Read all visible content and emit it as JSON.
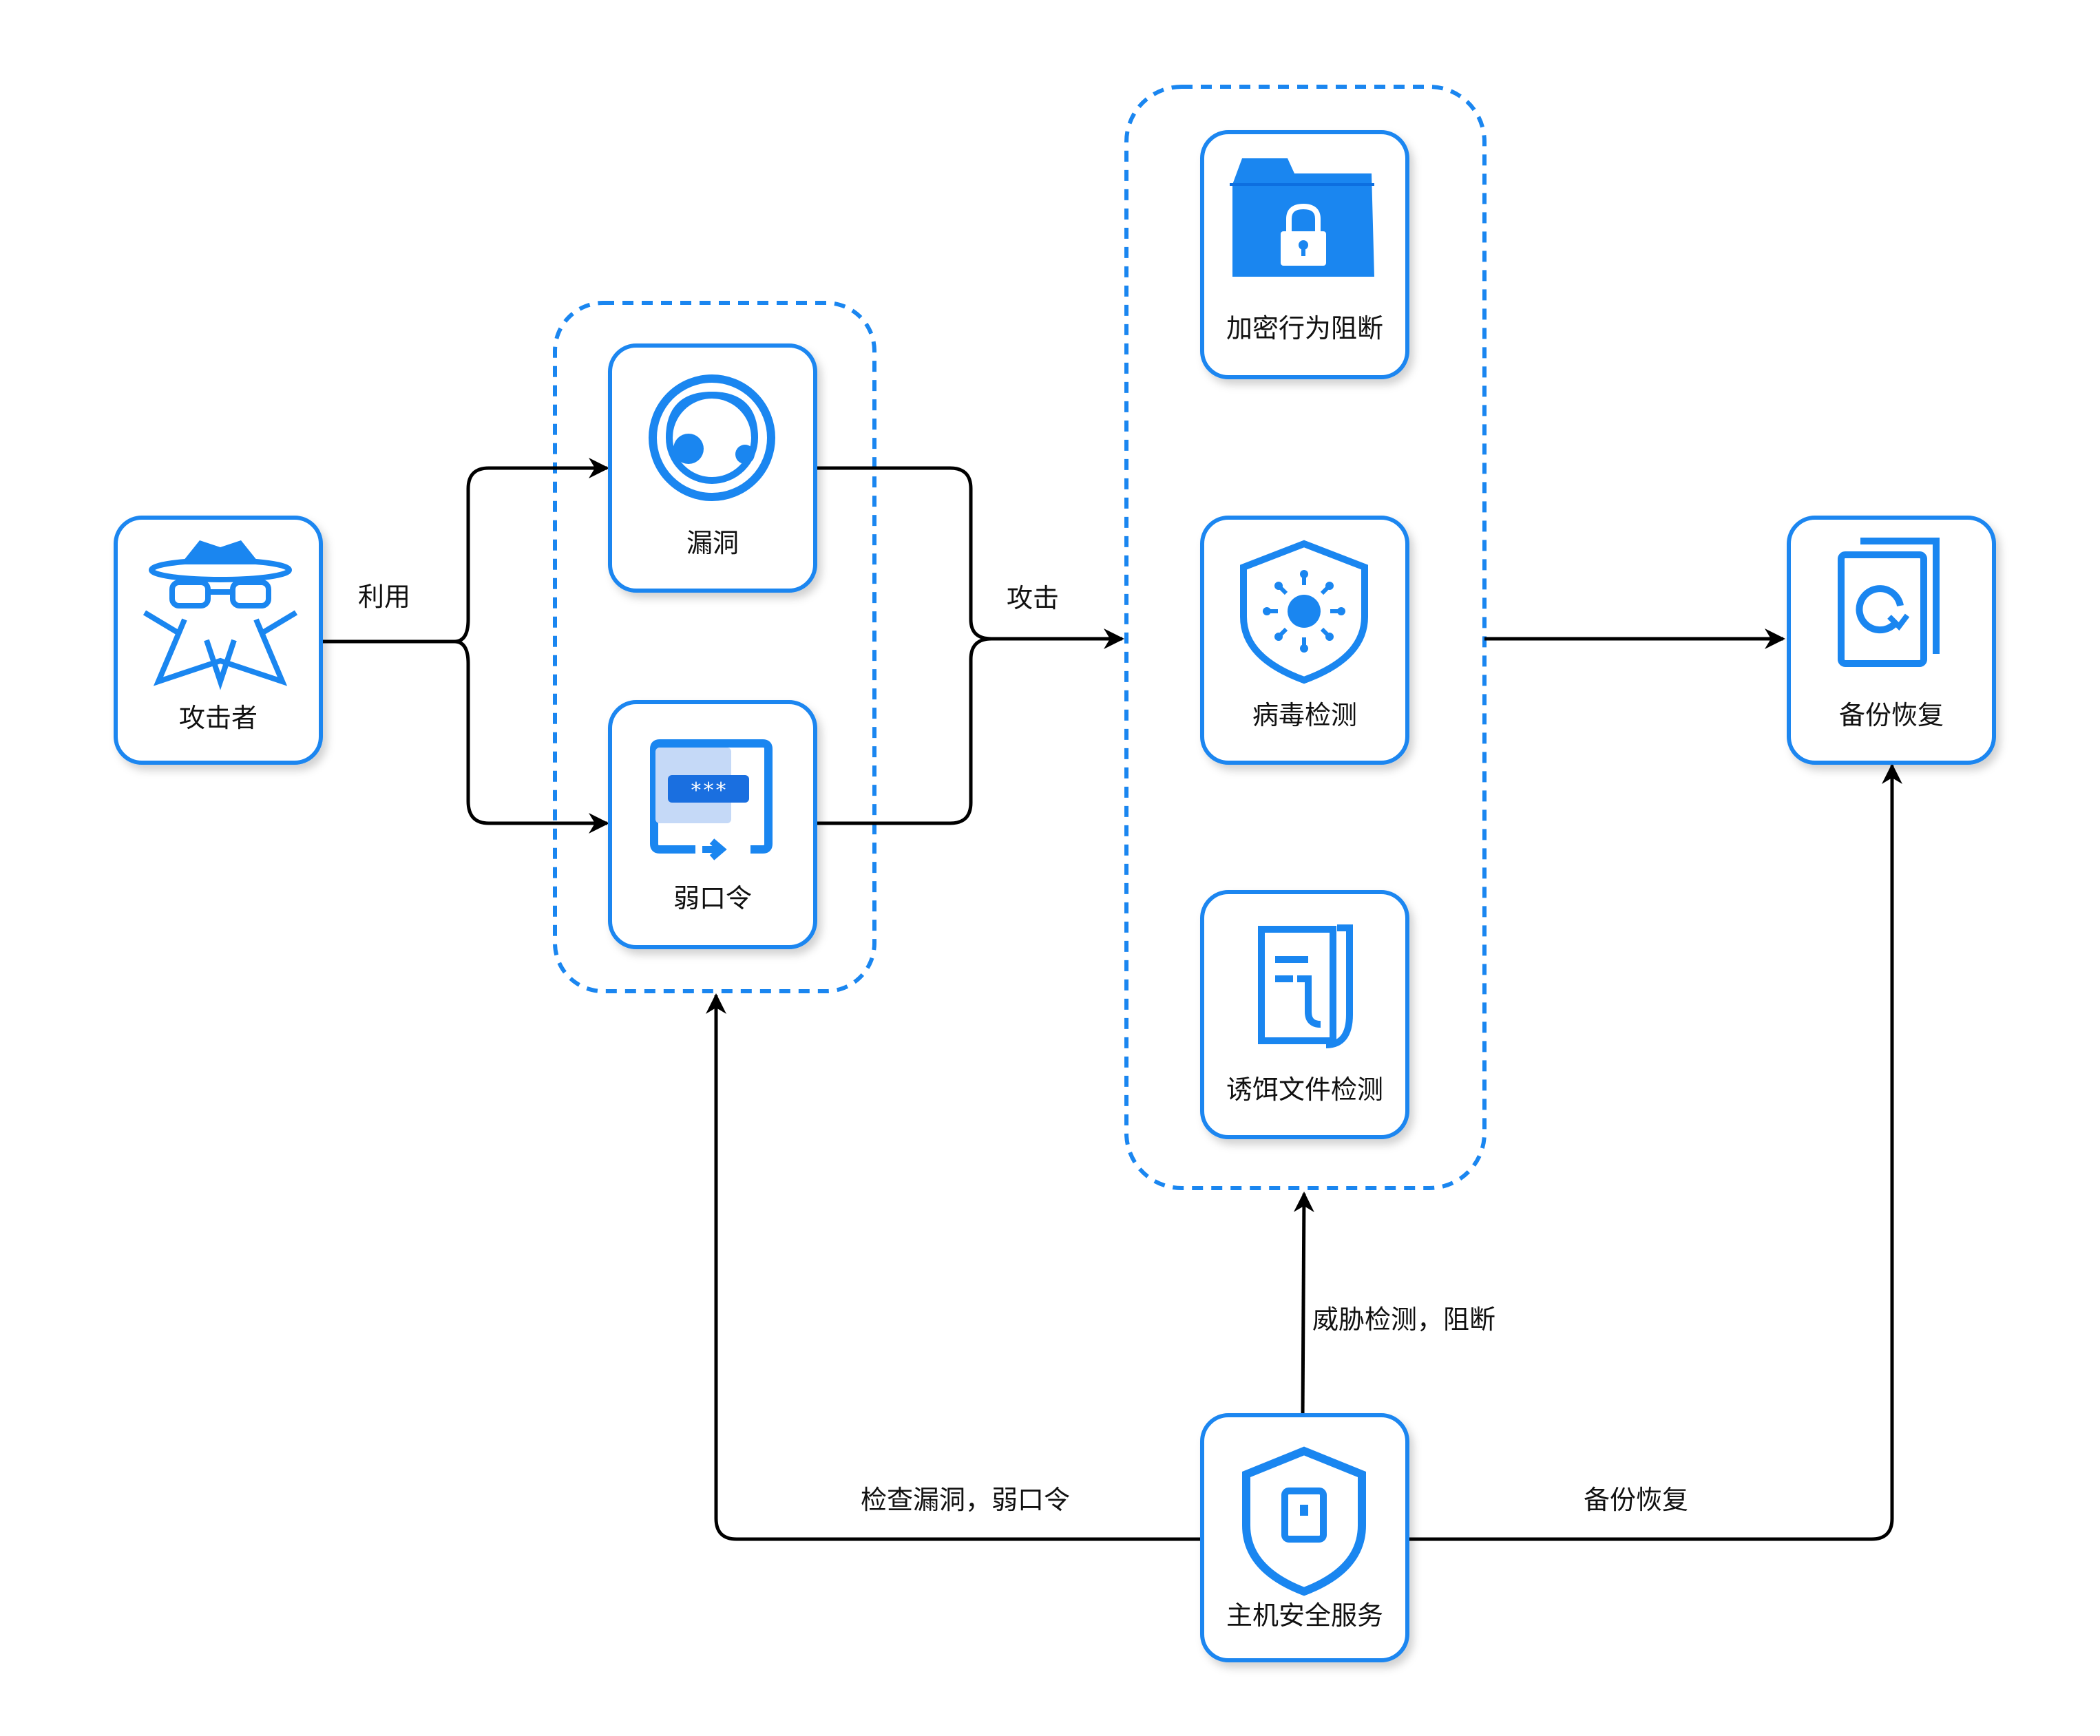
{
  "colors": {
    "accent": "#1a86f0",
    "edge": "#000000",
    "text": "#111111"
  },
  "nodes": {
    "attacker": {
      "label": "攻击者",
      "icon": "hacker-spy-icon"
    },
    "vulnerability": {
      "label": "漏洞",
      "icon": "support-headset-icon"
    },
    "weak_password": {
      "label": "弱口令",
      "icon": "password-login-icon"
    },
    "encryption_block": {
      "label": "加密行为阻断",
      "icon": "locked-folder-icon"
    },
    "virus_detection": {
      "label": "病毒检测",
      "icon": "virus-shield-icon"
    },
    "decoy_detection": {
      "label": "诱饵文件检测",
      "icon": "decoy-document-icon"
    },
    "backup_restore": {
      "label": "备份恢复",
      "icon": "backup-restore-icon"
    },
    "host_security": {
      "label": "主机安全服务",
      "icon": "security-shield-icon"
    }
  },
  "edges": {
    "exploit": "利用",
    "attack": "攻击",
    "threat_detect": "威胁检测，阻断",
    "check": "检查漏洞，弱口令",
    "backup": "备份恢复"
  }
}
